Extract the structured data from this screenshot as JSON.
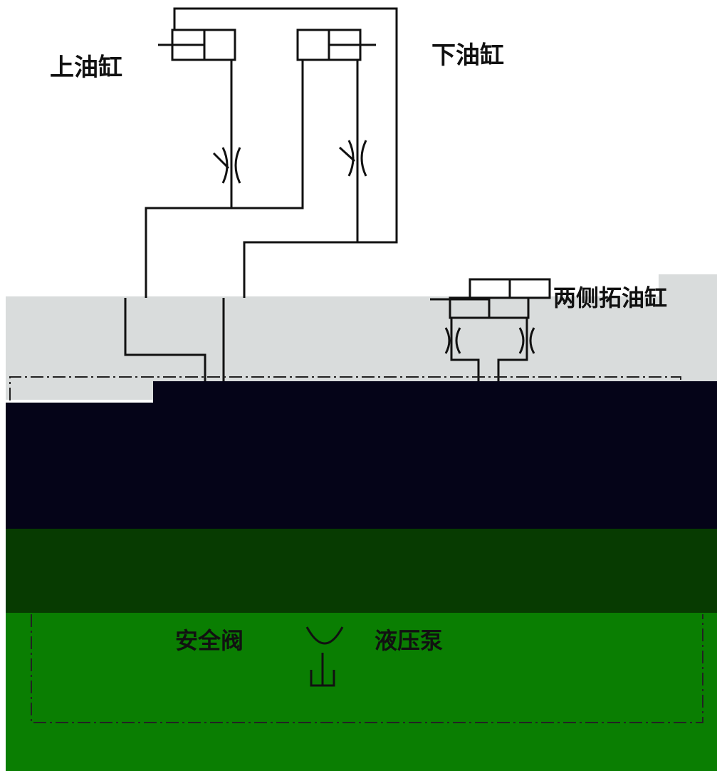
{
  "labels": {
    "upper_cylinder": "上油缸",
    "lower_cylinder": "下油缸",
    "side_cylinders": "两侧拓油缸",
    "relief_valve": "安全阀",
    "pump": "液压泵"
  },
  "colors": {
    "background": "#ffffff",
    "gray_band": "#d9dcdc",
    "dark_band": "#050418",
    "dark_green_band": "#073b01",
    "green_band": "#0a7e02",
    "line": "#111111",
    "label": "#111111"
  },
  "components": {
    "cylinders": [
      "upper-cylinder",
      "lower-cylinder",
      "side-cylinder-upper",
      "side-cylinder-lower"
    ],
    "throttle_valves": [
      "upper-throttle",
      "lower-throttle"
    ],
    "orifices": [
      "left-orifice",
      "right-orifice"
    ],
    "pump_icon": "pump-icon",
    "tank_icon": "tank-icon"
  }
}
